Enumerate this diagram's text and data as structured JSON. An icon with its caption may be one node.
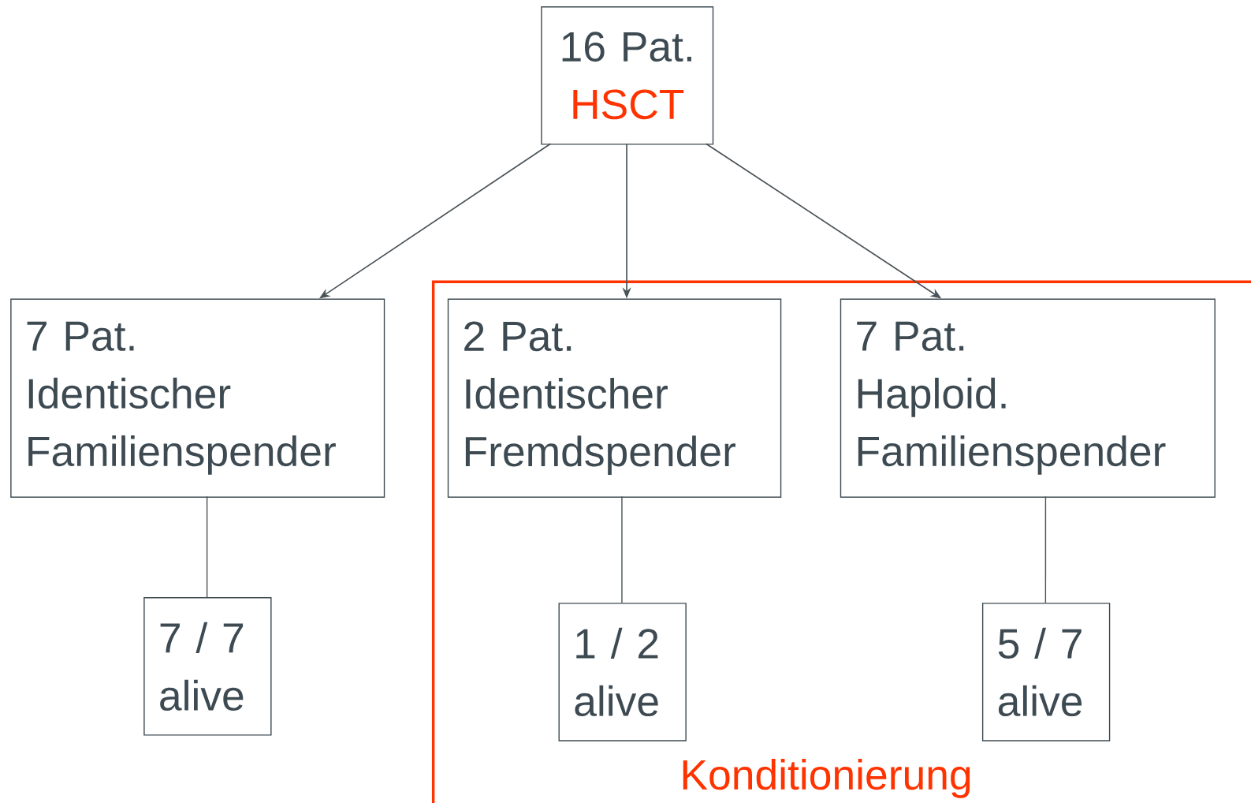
{
  "diagram": {
    "nodes": [
      {
        "text": [
          "16 Pat.",
          "HSCT"
        ]
      },
      {
        "text": [
          "7 Pat.",
          "Identischer Familienspender"
        ]
      },
      {
        "text": [
          "Konditionierung"
        ]
      },
      {
        "text": [
          "2 Pat.",
          "Identischer Fremdspender"
        ],
        "in": 2
      },
      {
        "text": [
          "7 Pat.",
          "Haploid. Familienspender"
        ],
        "in": 2
      },
      {
        "text": [
          "7 / 7",
          "alive"
        ]
      },
      {
        "text": [
          "1 / 2",
          "alive"
        ],
        "in": 2
      },
      {
        "text": [
          "5 / 7",
          "alive"
        ],
        "in": 2
      }
    ],
    "edges": [
      {
        "from": 0,
        "to": 1,
        "arrow": "to"
      },
      {
        "from": 0,
        "to": 3,
        "arrow": "to"
      },
      {
        "from": 0,
        "to": 4,
        "arrow": "to"
      },
      {
        "from": 1,
        "to": 5,
        "arrow": "none"
      },
      {
        "from": 3,
        "to": 6,
        "arrow": "none"
      },
      {
        "from": 4,
        "to": 7,
        "arrow": "none"
      }
    ]
  }
}
